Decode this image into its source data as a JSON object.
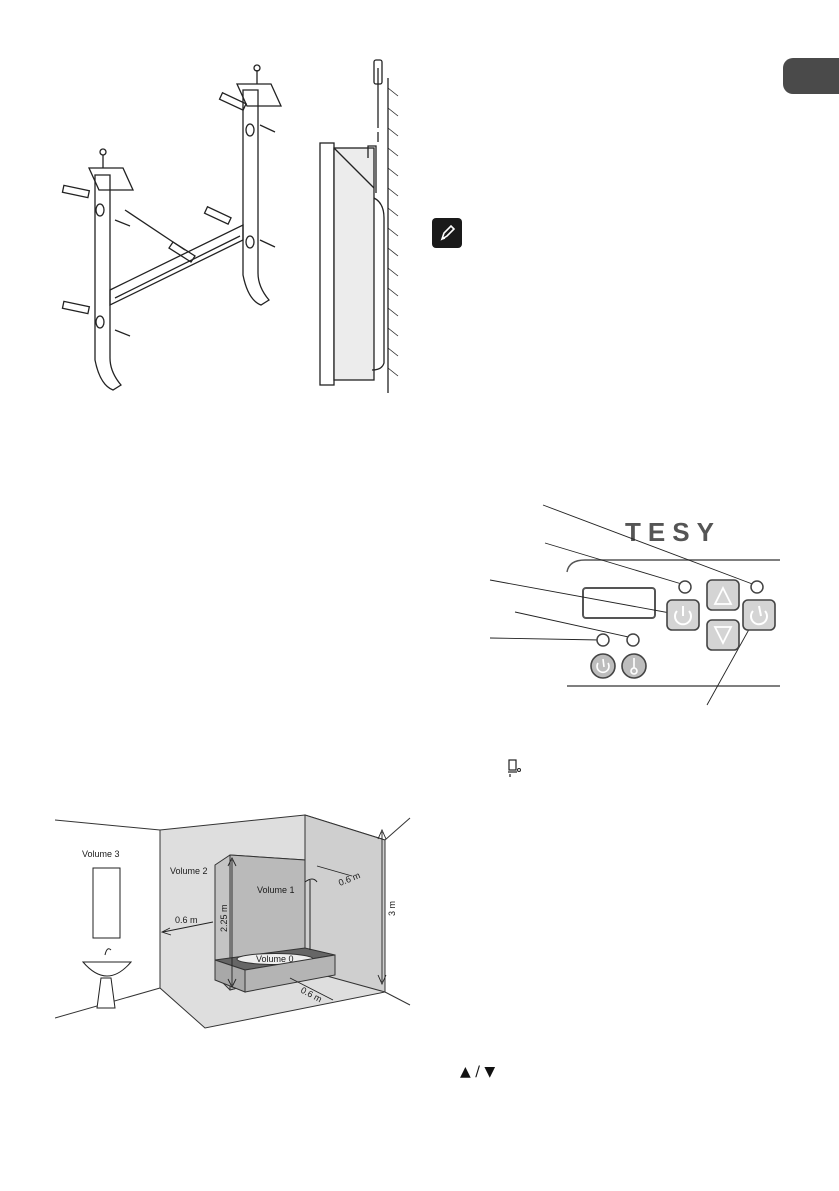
{
  "page": {
    "language_tab_color": "#4a4a4a"
  },
  "note": {
    "icon": "pencil-icon"
  },
  "control_panel": {
    "brand": "TESY",
    "buttons": [
      "power-icon",
      "arrow-up-icon",
      "arrow-down-icon",
      "mode-icon",
      "eco-icon",
      "thermometer-icon"
    ]
  },
  "zones_diagram": {
    "labels": {
      "volume3": "Volume 3",
      "volume2": "Volume 2",
      "volume1": "Volume 1",
      "volume0": "Volume 0"
    },
    "dimensions": {
      "left_clearance": "0.6 m",
      "right_clearance": "0.6 m",
      "front_clearance": "0.6 m",
      "shower_height": "2.25 m",
      "room_height": "3 m"
    }
  },
  "footer_glyphs": {
    "up_down": "▲ / ▼"
  }
}
